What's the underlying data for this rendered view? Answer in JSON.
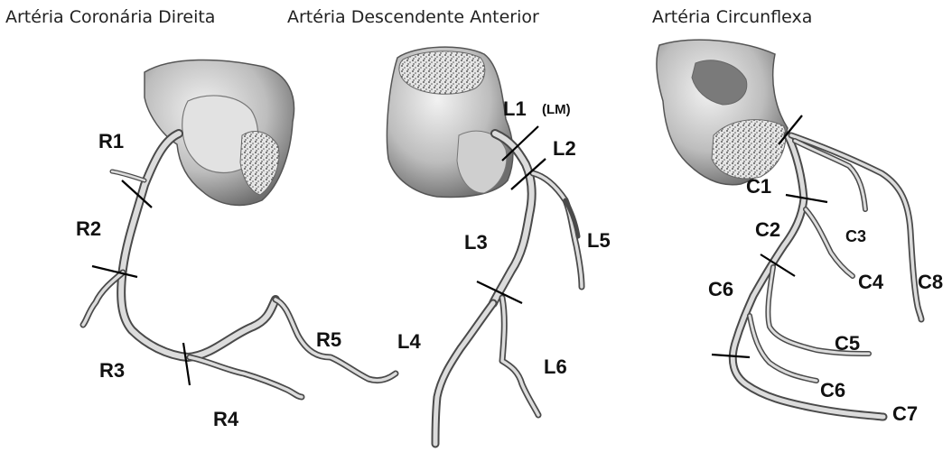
{
  "titles": {
    "rca": "Artéria Coronária Direita",
    "lad": "Artéria Descendente Anterior",
    "lcx": "Artéria Circunflexa"
  },
  "labels": {
    "R1": "R1",
    "R2": "R2",
    "R3": "R3",
    "R4": "R4",
    "R5": "R5",
    "L1": "L1",
    "LM": "(LM)",
    "L2": "L2",
    "L3": "L3",
    "L4": "L4",
    "L5": "L5",
    "L6": "L6",
    "C1": "C1",
    "C2": "C2",
    "C3": "C3",
    "C4": "C4",
    "C5": "C5",
    "C6a": "C6",
    "C6b": "C6",
    "C7": "C7",
    "C8": "C8"
  }
}
